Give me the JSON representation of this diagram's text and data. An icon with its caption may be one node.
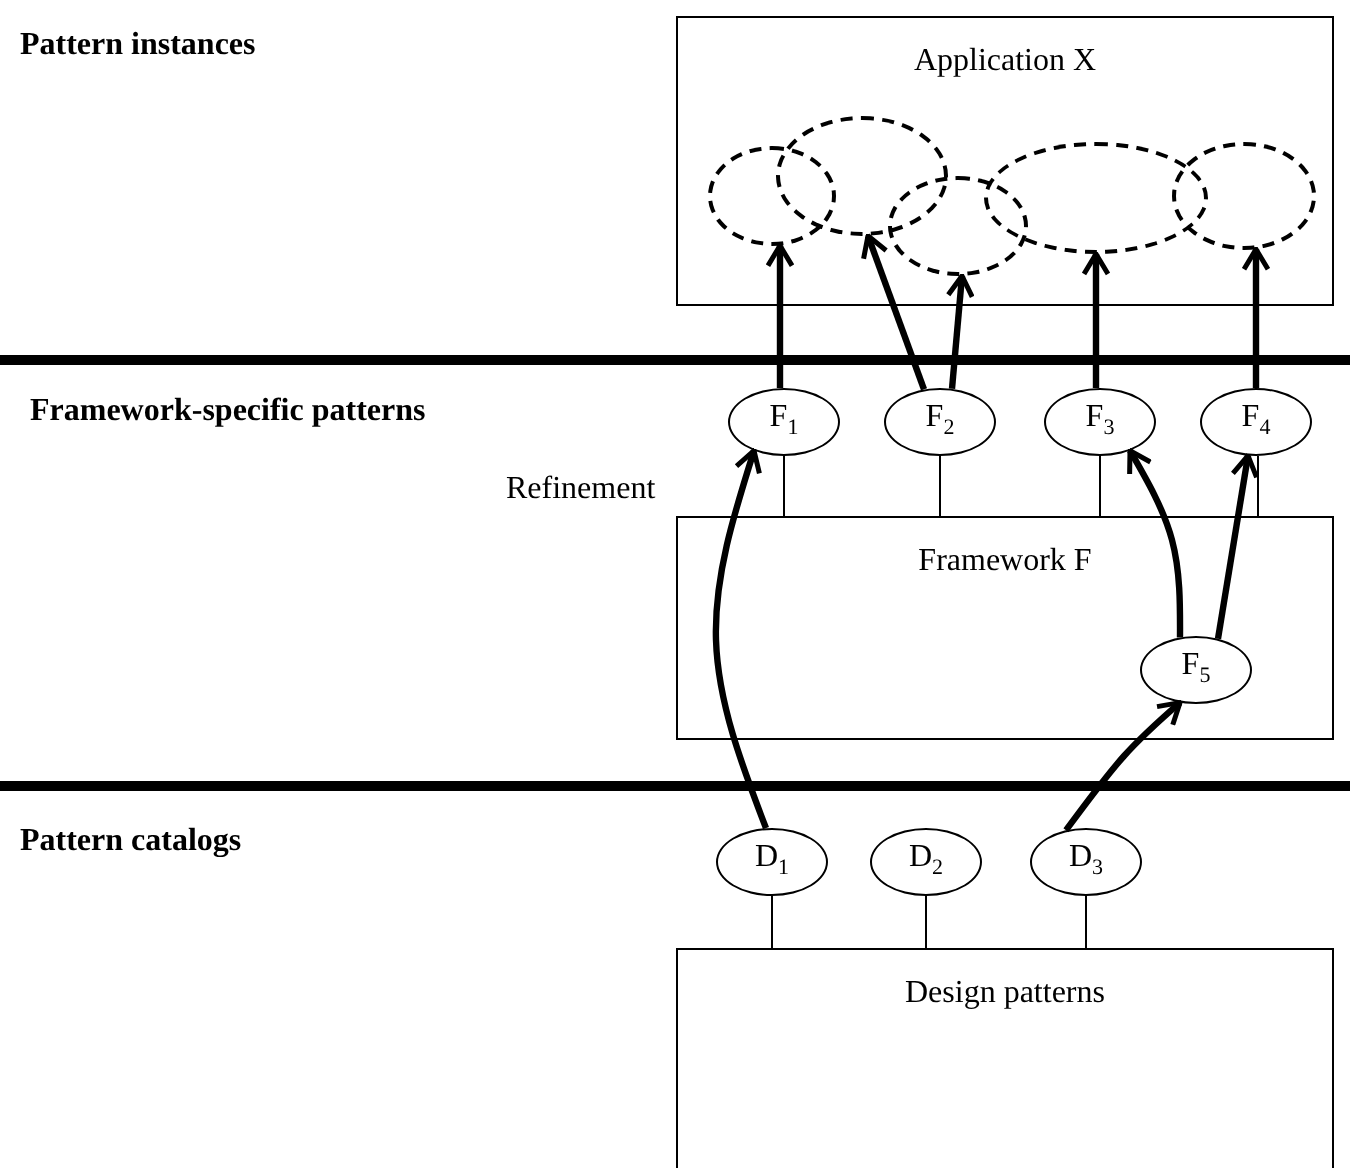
{
  "diagram": {
    "nodes": [
      {
        "text": [
          "Application X"
        ]
      },
      {
        "text": [],
        "shape": "circle",
        "in": 0
      },
      {
        "text": [],
        "shape": "circle",
        "in": 0
      },
      {
        "text": [],
        "shape": "circle",
        "in": 0
      },
      {
        "text": [],
        "shape": "circle",
        "in": 0
      },
      {
        "text": [],
        "shape": "circle",
        "in": 0
      },
      {
        "text": [
          "F$_{1}$"
        ]
      },
      {
        "text": [
          "F$_{2}$"
        ]
      },
      {
        "text": [
          "F$_{3}$"
        ]
      },
      {
        "text": [
          "F$_{4}$"
        ]
      },
      {
        "text": [
          "Framework F"
        ]
      },
      {
        "text": [
          "F$_{5}$"
        ],
        "in": 10
      },
      {
        "text": [
          "D$_{1}$"
        ]
      },
      {
        "text": [
          "D$_{2}$"
        ]
      },
      {
        "text": [
          "D$_{3}$"
        ]
      },
      {
        "text": [
          "Design patterns"
        ]
      }
    ],
    "edges": [
      {
        "from": 6,
        "to": 1,
        "arrow": "to"
      },
      {
        "from": 7,
        "to": 2,
        "arrow": "to"
      },
      {
        "from": 7,
        "to": 3,
        "arrow": "to"
      },
      {
        "from": 8,
        "to": 4,
        "arrow": "to"
      },
      {
        "from": 9,
        "to": 5,
        "arrow": "to"
      },
      {
        "from": 6,
        "to": 10,
        "arrow": "none"
      },
      {
        "from": 7,
        "to": 10,
        "arrow": "none"
      },
      {
        "from": 8,
        "to": 10,
        "arrow": "none"
      },
      {
        "from": 9,
        "to": 10,
        "arrow": "none"
      },
      {
        "from": 12,
        "to": 6,
        "arrow": "to",
        "label": "Refinement"
      },
      {
        "from": 11,
        "to": 8,
        "arrow": "to"
      },
      {
        "from": 11,
        "to": 9,
        "arrow": "to"
      },
      {
        "from": 14,
        "to": 11,
        "arrow": "to"
      },
      {
        "from": 12,
        "to": 15,
        "arrow": "none"
      },
      {
        "from": 13,
        "to": 15,
        "arrow": "none"
      },
      {
        "from": 14,
        "to": 15,
        "arrow": "none"
      }
    ],
    "labels": [
      "Pattern instances",
      "Framework-specific patterns",
      "Pattern catalogs"
    ]
  }
}
